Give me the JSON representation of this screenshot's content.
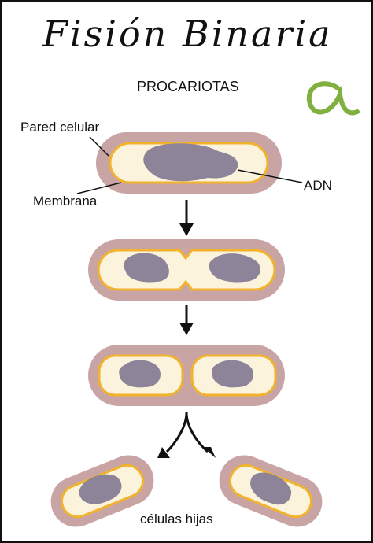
{
  "diagram": {
    "title": "Fisión Binaria",
    "subtitle": "PROCARIOTAS",
    "labels": {
      "cell_wall": "Pared celular",
      "membrane": "Membrana",
      "dna": "ADN",
      "daughter_cells": "células hijas"
    },
    "logo": {
      "icon": "stylized-letter-a-logo",
      "text": "a"
    },
    "stages": [
      "single-cell",
      "dividing-cell",
      "separated-membranes",
      "daughter-cells"
    ],
    "colors": {
      "cell_wall": "#c9a4a4",
      "membrane": "#f2b32c",
      "cytoplasm": "#fbf3dc",
      "dna": "#8e8499",
      "arrows": "#111111",
      "logo": "#7fb040"
    }
  }
}
